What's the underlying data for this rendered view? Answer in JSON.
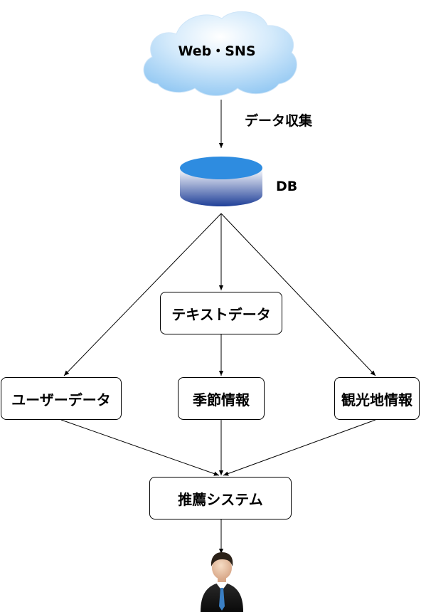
{
  "source": {
    "label": "Web・SNS",
    "icon": "cloud-icon"
  },
  "edges": {
    "collect_label": "データ収集"
  },
  "database": {
    "label": "DB",
    "icon": "database-icon"
  },
  "nodes": {
    "text_data": "テキストデータ",
    "user_data": "ユーザーデータ",
    "season_info": "季節情報",
    "tourism_info": "観光地情報",
    "recommender": "推薦システム"
  },
  "user": {
    "icon": "businessman-icon"
  },
  "colors": {
    "cloud_light": "#d4eafb",
    "cloud_mid": "#8fc6f2",
    "db_top": "#2e8ce0",
    "db_body_top": "#ffffff",
    "db_body_bottom": "#1f3f98",
    "line": "#000000"
  }
}
